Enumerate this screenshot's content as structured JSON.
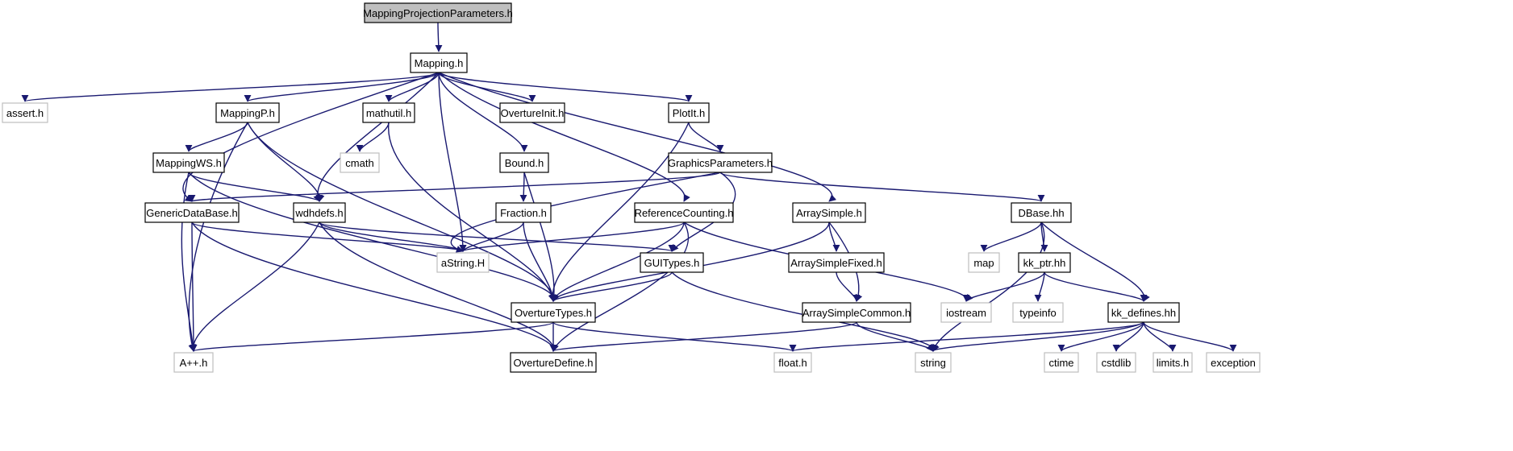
{
  "diagram": {
    "title": "MappingProjectionParameters.h",
    "colors": {
      "edge": "#191970",
      "root_fill": "#bfbfbf",
      "documented_border": "#000000",
      "external_border": "#bfbfbf",
      "external_text": "#000000"
    },
    "nodes": [
      {
        "id": "root",
        "label": "MappingProjectionParameters.h",
        "kind": "root"
      },
      {
        "id": "mapping",
        "label": "Mapping.h",
        "kind": "documented"
      },
      {
        "id": "assert",
        "label": "assert.h",
        "kind": "external"
      },
      {
        "id": "mappingP",
        "label": "MappingP.h",
        "kind": "documented"
      },
      {
        "id": "mathutil",
        "label": "mathutil.h",
        "kind": "documented"
      },
      {
        "id": "overtureInit",
        "label": "OvertureInit.h",
        "kind": "documented"
      },
      {
        "id": "plotIt",
        "label": "PlotIt.h",
        "kind": "documented"
      },
      {
        "id": "cmath",
        "label": "cmath",
        "kind": "external"
      },
      {
        "id": "mappingWS",
        "label": "MappingWS.h",
        "kind": "documented"
      },
      {
        "id": "bound",
        "label": "Bound.h",
        "kind": "documented"
      },
      {
        "id": "graphicsParameters",
        "label": "GraphicsParameters.h",
        "kind": "documented"
      },
      {
        "id": "genericDataBase",
        "label": "GenericDataBase.h",
        "kind": "documented"
      },
      {
        "id": "wdhdefs",
        "label": "wdhdefs.h",
        "kind": "documented"
      },
      {
        "id": "fraction",
        "label": "Fraction.h",
        "kind": "documented"
      },
      {
        "id": "referenceCounting",
        "label": "ReferenceCounting.h",
        "kind": "documented"
      },
      {
        "id": "arraySimple",
        "label": "ArraySimple.h",
        "kind": "documented"
      },
      {
        "id": "dbase",
        "label": "DBase.hh",
        "kind": "documented"
      },
      {
        "id": "aString",
        "label": "aString.H",
        "kind": "external"
      },
      {
        "id": "guiTypes",
        "label": "GUITypes.h",
        "kind": "documented"
      },
      {
        "id": "arraySimpleFixed",
        "label": "ArraySimpleFixed.h",
        "kind": "documented"
      },
      {
        "id": "map",
        "label": "map",
        "kind": "external"
      },
      {
        "id": "kkPtr",
        "label": "kk_ptr.hh",
        "kind": "documented"
      },
      {
        "id": "overtureTypes",
        "label": "OvertureTypes.h",
        "kind": "documented"
      },
      {
        "id": "arraySimpleCommon",
        "label": "ArraySimpleCommon.h",
        "kind": "documented"
      },
      {
        "id": "iostream",
        "label": "iostream",
        "kind": "external"
      },
      {
        "id": "typeinfo",
        "label": "typeinfo",
        "kind": "external"
      },
      {
        "id": "kkDefines",
        "label": "kk_defines.hh",
        "kind": "documented"
      },
      {
        "id": "app",
        "label": "A++.h",
        "kind": "external"
      },
      {
        "id": "overtureDefine",
        "label": "OvertureDefine.h",
        "kind": "documented"
      },
      {
        "id": "float",
        "label": "float.h",
        "kind": "external"
      },
      {
        "id": "string",
        "label": "string",
        "kind": "external"
      },
      {
        "id": "ctime",
        "label": "ctime",
        "kind": "external"
      },
      {
        "id": "cstdlib",
        "label": "cstdlib",
        "kind": "external"
      },
      {
        "id": "limits",
        "label": "limits.h",
        "kind": "external"
      },
      {
        "id": "exception",
        "label": "exception",
        "kind": "external"
      }
    ],
    "edges": [
      [
        "root",
        "mapping"
      ],
      [
        "mapping",
        "assert"
      ],
      [
        "mapping",
        "mappingP"
      ],
      [
        "mapping",
        "mathutil"
      ],
      [
        "mapping",
        "overtureInit"
      ],
      [
        "mapping",
        "plotIt"
      ],
      [
        "mapping",
        "bound"
      ],
      [
        "mapping",
        "genericDataBase"
      ],
      [
        "mapping",
        "wdhdefs"
      ],
      [
        "mapping",
        "aString"
      ],
      [
        "mapping",
        "referenceCounting"
      ],
      [
        "mapping",
        "arraySimple"
      ],
      [
        "mappingP",
        "mappingWS"
      ],
      [
        "mappingP",
        "wdhdefs"
      ],
      [
        "mappingP",
        "overtureTypes"
      ],
      [
        "mappingP",
        "app"
      ],
      [
        "mathutil",
        "cmath"
      ],
      [
        "mathutil",
        "overtureTypes"
      ],
      [
        "plotIt",
        "graphicsParameters"
      ],
      [
        "plotIt",
        "overtureTypes"
      ],
      [
        "mappingWS",
        "wdhdefs"
      ],
      [
        "mappingWS",
        "overtureTypes"
      ],
      [
        "mappingWS",
        "app"
      ],
      [
        "bound",
        "fraction"
      ],
      [
        "bound",
        "overtureTypes"
      ],
      [
        "graphicsParameters",
        "genericDataBase"
      ],
      [
        "graphicsParameters",
        "aString"
      ],
      [
        "graphicsParameters",
        "guiTypes"
      ],
      [
        "graphicsParameters",
        "dbase"
      ],
      [
        "genericDataBase",
        "aString"
      ],
      [
        "genericDataBase",
        "app"
      ],
      [
        "genericDataBase",
        "overtureDefine"
      ],
      [
        "wdhdefs",
        "aString"
      ],
      [
        "wdhdefs",
        "guiTypes"
      ],
      [
        "wdhdefs",
        "app"
      ],
      [
        "wdhdefs",
        "overtureDefine"
      ],
      [
        "fraction",
        "aString"
      ],
      [
        "fraction",
        "overtureTypes"
      ],
      [
        "referenceCounting",
        "aString"
      ],
      [
        "referenceCounting",
        "overtureTypes"
      ],
      [
        "referenceCounting",
        "overtureDefine"
      ],
      [
        "referenceCounting",
        "iostream"
      ],
      [
        "arraySimple",
        "arraySimpleFixed"
      ],
      [
        "arraySimple",
        "arraySimpleCommon"
      ],
      [
        "arraySimple",
        "overtureTypes"
      ],
      [
        "dbase",
        "map"
      ],
      [
        "dbase",
        "kkPtr"
      ],
      [
        "dbase",
        "kkDefines"
      ],
      [
        "dbase",
        "string"
      ],
      [
        "guiTypes",
        "overtureTypes"
      ],
      [
        "guiTypes",
        "string"
      ],
      [
        "arraySimpleFixed",
        "arraySimpleCommon"
      ],
      [
        "kkPtr",
        "iostream"
      ],
      [
        "kkPtr",
        "typeinfo"
      ],
      [
        "kkPtr",
        "kkDefines"
      ],
      [
        "overtureTypes",
        "app"
      ],
      [
        "overtureTypes",
        "overtureDefine"
      ],
      [
        "overtureTypes",
        "float"
      ],
      [
        "arraySimpleCommon",
        "overtureDefine"
      ],
      [
        "arraySimpleCommon",
        "string"
      ],
      [
        "kkDefines",
        "float"
      ],
      [
        "kkDefines",
        "string"
      ],
      [
        "kkDefines",
        "ctime"
      ],
      [
        "kkDefines",
        "cstdlib"
      ],
      [
        "kkDefines",
        "limits"
      ],
      [
        "kkDefines",
        "exception"
      ]
    ]
  }
}
